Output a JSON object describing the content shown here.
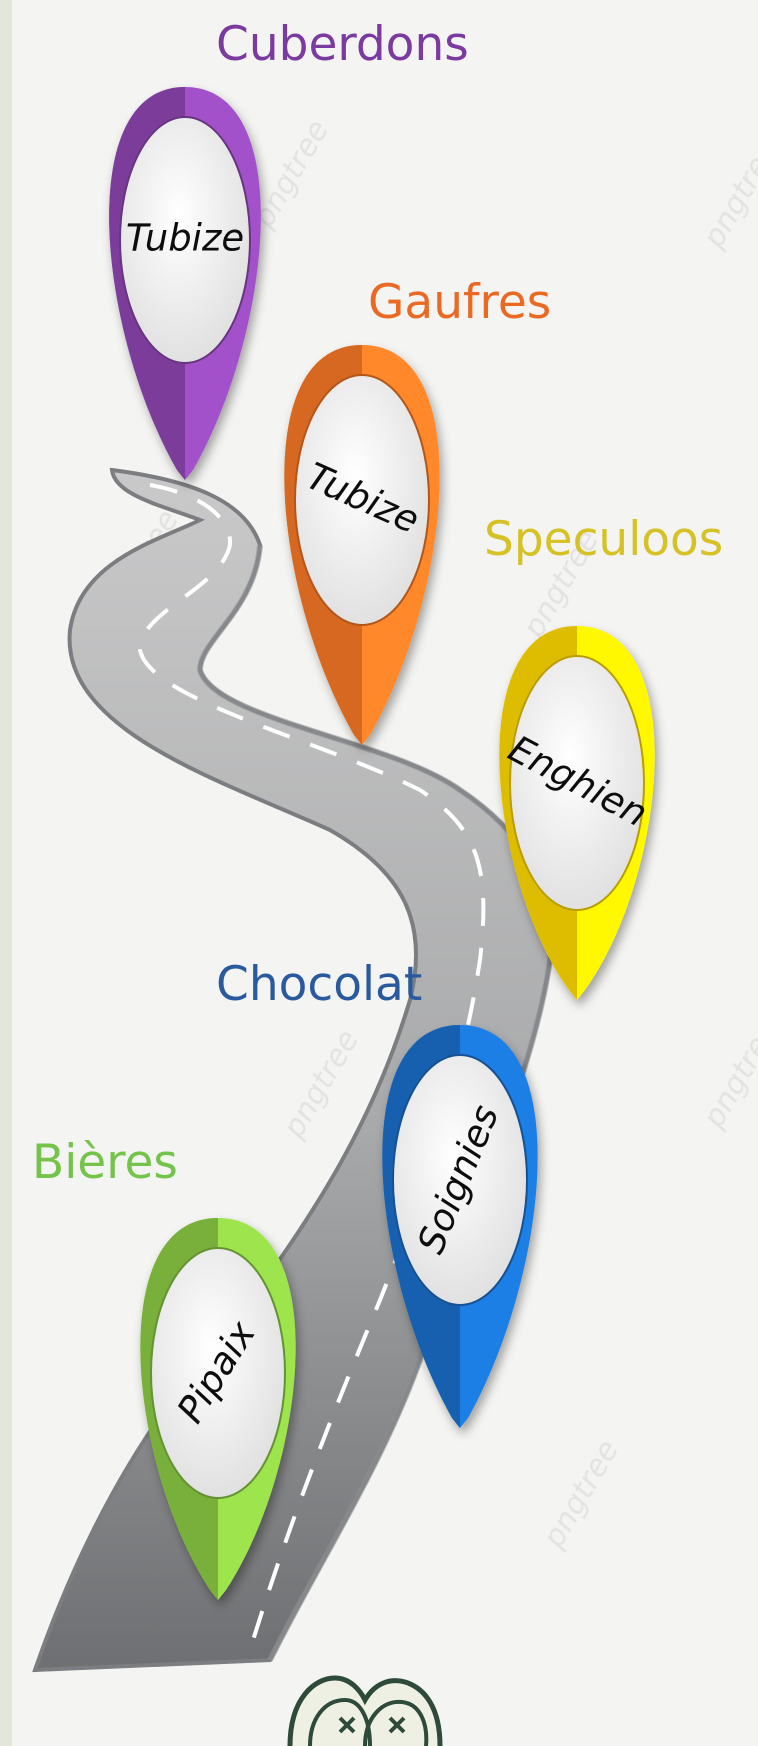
{
  "colors": {
    "background": "#f4f4f2",
    "road": "#a9aaab",
    "road_edge": "#7c7d80",
    "lane": "#ffffff",
    "purple": "#8a45ab",
    "orange": "#ee7423",
    "yellow": "#f7d200",
    "blue": "#1a6cc2",
    "green": "#86c241"
  },
  "stops": [
    {
      "category": "Cuberdons",
      "town": "Tubize",
      "color": "purple",
      "category_color": "#7a3aa0"
    },
    {
      "category": "Gaufres",
      "town": "Tubize",
      "color": "orange",
      "category_color": "#ea6a24"
    },
    {
      "category": "Speculoos",
      "town": "Enghien",
      "color": "yellow",
      "category_color": "#d6c226"
    },
    {
      "category": "Chocolat",
      "town": "Soignies",
      "color": "blue",
      "category_color": "#2a5a9e"
    },
    {
      "category": "Bières",
      "town": "Pipaix",
      "color": "green",
      "category_color": "#74c34a"
    }
  ],
  "watermark": "pngtree"
}
